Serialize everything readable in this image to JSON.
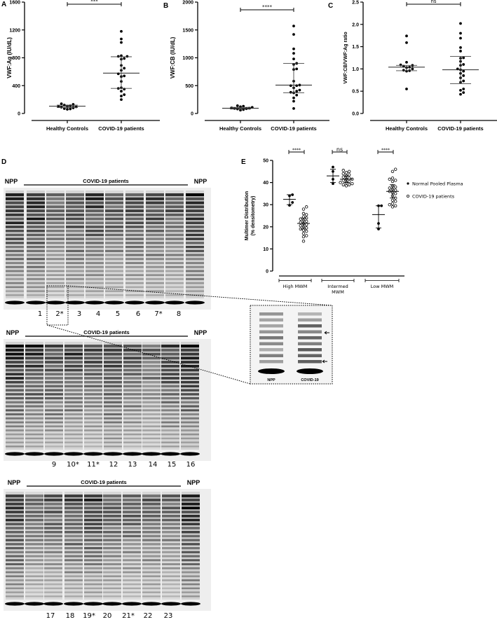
{
  "panel_labels": {
    "a": "A",
    "b": "B",
    "c": "C",
    "d": "D",
    "e": "E"
  },
  "chart_data": [
    {
      "id": "A",
      "type": "scatter",
      "ylabel": "VWF:Ag (IU/dL)",
      "ylim": [
        0,
        1600
      ],
      "yticks": [
        0,
        400,
        800,
        1200,
        1600
      ],
      "categories": [
        "Healthy Controls",
        "COVID-19 patients"
      ],
      "series": [
        {
          "values": [
            60,
            70,
            80,
            90,
            95,
            100,
            105,
            110,
            120,
            130,
            140,
            65
          ],
          "median": 105,
          "q1": 85,
          "q3": 120
        },
        {
          "values": [
            1180,
            1070,
            1020,
            830,
            820,
            820,
            790,
            780,
            690,
            650,
            620,
            570,
            540,
            530,
            460,
            370,
            360,
            350,
            320,
            270,
            250,
            200
          ],
          "median": 580,
          "q1": 360,
          "q3": 815
        }
      ],
      "significance": "***"
    },
    {
      "id": "B",
      "type": "scatter",
      "ylabel": "VWF:CB (IU/dL)",
      "ylim": [
        0,
        2000
      ],
      "yticks": [
        0,
        500,
        1000,
        1500,
        2000
      ],
      "categories": [
        "Healthy Controls",
        "COVID-19 patients"
      ],
      "series": [
        {
          "values": [
            140,
            130,
            120,
            110,
            100,
            95,
            90,
            85,
            80,
            70,
            60
          ],
          "median": 95,
          "q1": 80,
          "q3": 110
        },
        {
          "values": [
            1570,
            1420,
            1160,
            1080,
            980,
            900,
            880,
            800,
            790,
            580,
            510,
            500,
            500,
            460,
            420,
            400,
            380,
            370,
            330,
            280,
            220,
            90
          ],
          "median": 510,
          "q1": 370,
          "q3": 900
        }
      ],
      "significance": "****"
    },
    {
      "id": "C",
      "type": "scatter",
      "ylabel": "VWF:CB/VWF:Ag ratio",
      "ylim": [
        0,
        2.5
      ],
      "yticks": [
        "0.0",
        "0.5",
        "1.0",
        "1.5",
        "2.0",
        "2.5"
      ],
      "categories": [
        "Healthy Controls",
        "COVID-19 patients"
      ],
      "series": [
        {
          "values": [
            1.74,
            1.59,
            1.15,
            1.09,
            1.08,
            1.06,
            1.04,
            1.03,
            1.0,
            0.97,
            0.96,
            0.95,
            0.55
          ],
          "median": 1.04,
          "q1": 0.96,
          "q3": 1.08
        },
        {
          "values": [
            2.02,
            1.8,
            1.69,
            1.48,
            1.4,
            1.25,
            1.24,
            1.17,
            1.1,
            1.08,
            1.0,
            0.98,
            0.95,
            0.9,
            0.85,
            0.8,
            0.73,
            0.7,
            0.55,
            0.52,
            0.47,
            0.43
          ],
          "median": 0.98,
          "q1": 0.67,
          "q3": 1.28
        }
      ],
      "significance": "ns"
    },
    {
      "id": "E",
      "type": "scatter",
      "ylabel": "Multimer Distribution",
      "ylabel2": "(% densitometry)",
      "ylim": [
        0,
        50
      ],
      "yticks": [
        0,
        10,
        20,
        30,
        40,
        50
      ],
      "categories": [
        "High MWM",
        "Intermed MWM",
        "Low MWM"
      ],
      "legend": {
        "placement": "right",
        "entries": [
          "Normal Pooled Plasma",
          "COVID-19 patients"
        ]
      },
      "groups": [
        {
          "npp": {
            "values": [
              34.5,
              34,
              31,
              29.7
            ],
            "mean": 32.4,
            "low": 30,
            "high": 34.5
          },
          "covid": {
            "values": [
              29,
              28,
              26,
              25.5,
              24.5,
              24,
              23.5,
              23,
              22.5,
              22,
              21.5,
              21,
              20.5,
              20,
              19.5,
              19,
              18.5,
              18,
              17,
              16,
              15.5,
              13.5
            ],
            "mean": 21.5,
            "low": 19,
            "high": 24
          },
          "significance": "****"
        },
        {
          "npp": {
            "values": [
              47,
              45,
              41.5,
              39.5
            ],
            "mean": 43,
            "low": 40,
            "high": 46
          },
          "covid": {
            "values": [
              45.5,
              45,
              44.5,
              44,
              43.5,
              43,
              42.5,
              42,
              41.5,
              41.5,
              41,
              40.5,
              40,
              40,
              39.5,
              39,
              39,
              38.5
            ],
            "mean": 41.5,
            "low": 40,
            "high": 43
          },
          "significance": "ns"
        },
        {
          "npp": {
            "values": [
              29.5,
              29.5,
              21.5,
              19
            ],
            "mean": 25.5,
            "low": 19.5,
            "high": 29.5
          },
          "covid": {
            "values": [
              46,
              45,
              42,
              41.5,
              41,
              40.5,
              38.5,
              38,
              37.5,
              37,
              36.5,
              36,
              35.5,
              35,
              34,
              33,
              32,
              31.5,
              30.5,
              30,
              29.5,
              29
            ],
            "mean": 36,
            "low": 33,
            "high": 39
          },
          "significance": "****"
        }
      ]
    }
  ],
  "gels": {
    "npp_label": "NPP",
    "group_label": "COVID-19 patients",
    "gel1_lanes": [
      "1",
      "2*",
      "3",
      "4",
      "5",
      "6",
      "7*",
      "8"
    ],
    "gel2_lanes": [
      "9",
      "10*",
      "11*",
      "12",
      "13",
      "14",
      "15",
      "16"
    ],
    "gel3_lanes": [
      "17",
      "18",
      "19*",
      "20",
      "21*",
      "22",
      "23"
    ],
    "inset_labels": [
      "NPP",
      "COVID-19"
    ]
  }
}
